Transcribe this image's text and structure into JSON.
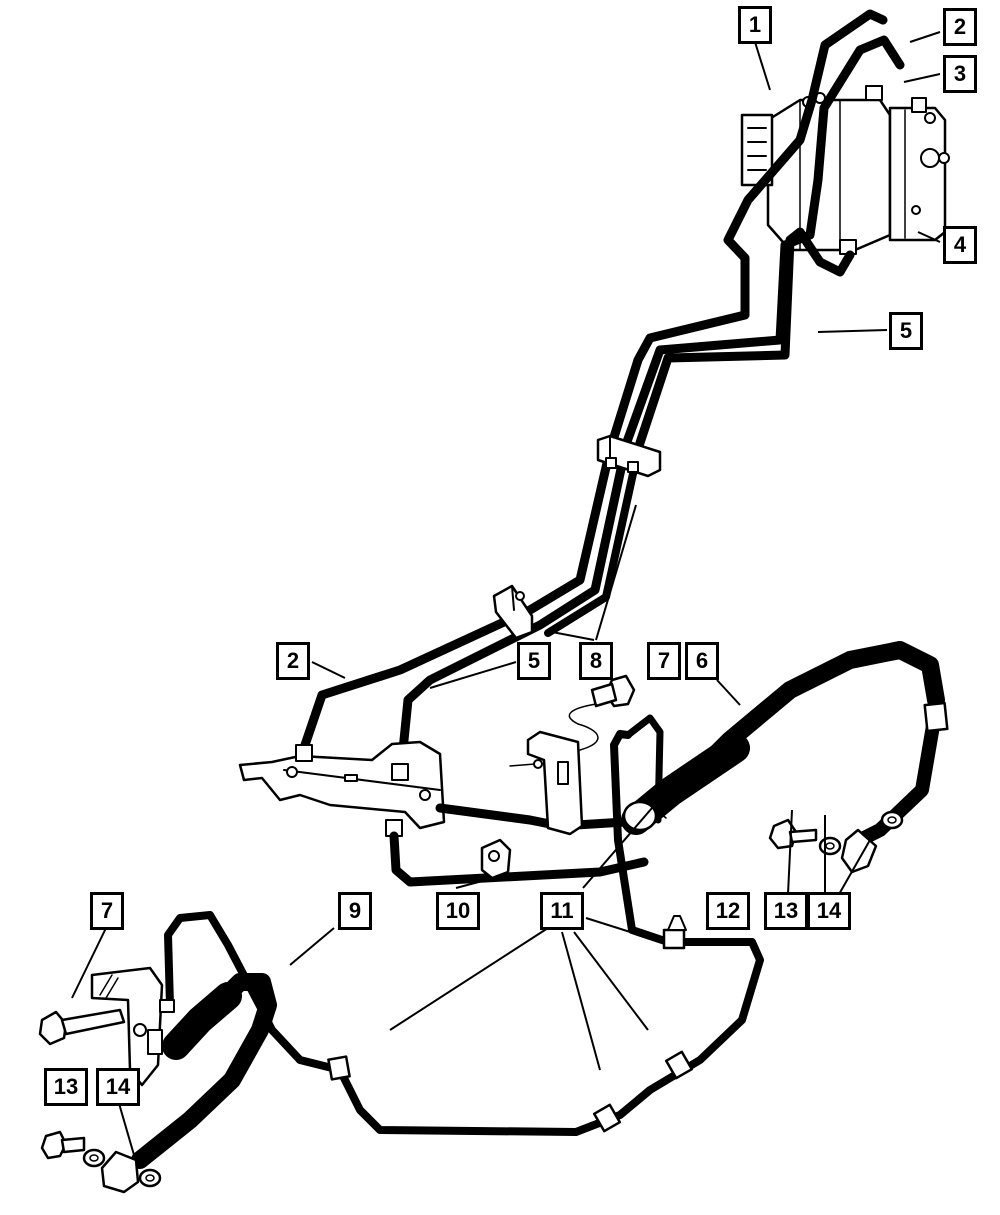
{
  "callouts": {
    "c1": "1",
    "c2_top": "2",
    "c3": "3",
    "c4": "4",
    "c5_top": "5",
    "c2_mid": "2",
    "c5_mid": "5",
    "c8": "8",
    "c7_mid": "7",
    "c6": "6",
    "c7_left": "7",
    "c9": "9",
    "c10": "10",
    "c11": "11",
    "c12": "12",
    "c13_right": "13",
    "c14_right": "14",
    "c13_left": "13",
    "c14_left": "14"
  }
}
